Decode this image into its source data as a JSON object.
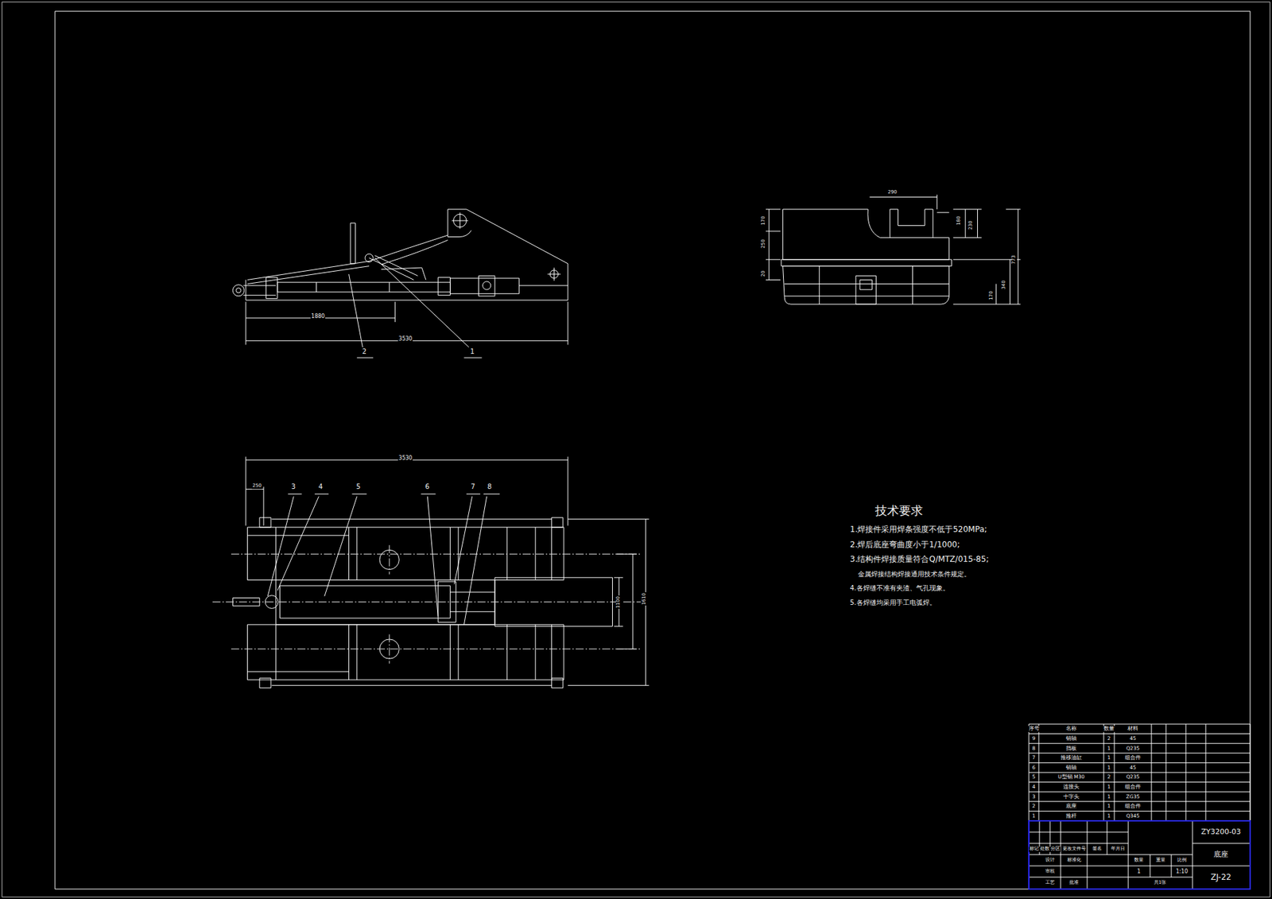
{
  "diagram": {
    "labels": [
      "1880",
      "3530",
      "2",
      "1",
      "290",
      "170",
      "250",
      "20",
      "180",
      "230",
      "773",
      "340",
      "170",
      "3530",
      "250",
      "3",
      "4",
      "5",
      "6",
      "7",
      "8",
      "1100",
      "1610",
      "技术要求",
      "1.焊接件采用焊条强度不低于520MPa;",
      "2.焊后底座弯曲度小于1/1000;",
      "3.结构件焊接质量符合Q/MTZ/015-85;",
      "金属焊接结构焊接通用技术条件规定。",
      "4.各焊缝不准有夹渣、气孔现象。",
      "5.各焊缝均采用手工电弧焊。",
      "序号",
      "名称",
      "数量",
      "材料",
      "9",
      "销轴",
      "2",
      "45",
      "8",
      "挡板",
      "1",
      "Q235",
      "7",
      "推移油缸",
      "1",
      "组合件",
      "6",
      "销轴",
      "1",
      "45",
      "5",
      "U型销 M30",
      "2",
      "Q235",
      "4",
      "连接头",
      "1",
      "组合件",
      "3",
      "十字头",
      "1",
      "ZG35",
      "2",
      "底座",
      "1",
      "组合件",
      "1",
      "推杆",
      "1",
      "Q345",
      "标记",
      "处数",
      "分区",
      "更改文件号",
      "签名",
      "年月日",
      "设计",
      "审核",
      "工艺",
      "标准化",
      "批准",
      "数量",
      "重量",
      "比例",
      "1",
      "1:10",
      "共1张",
      "ZY3200-03",
      "底座",
      "ZJ-22"
    ]
  }
}
